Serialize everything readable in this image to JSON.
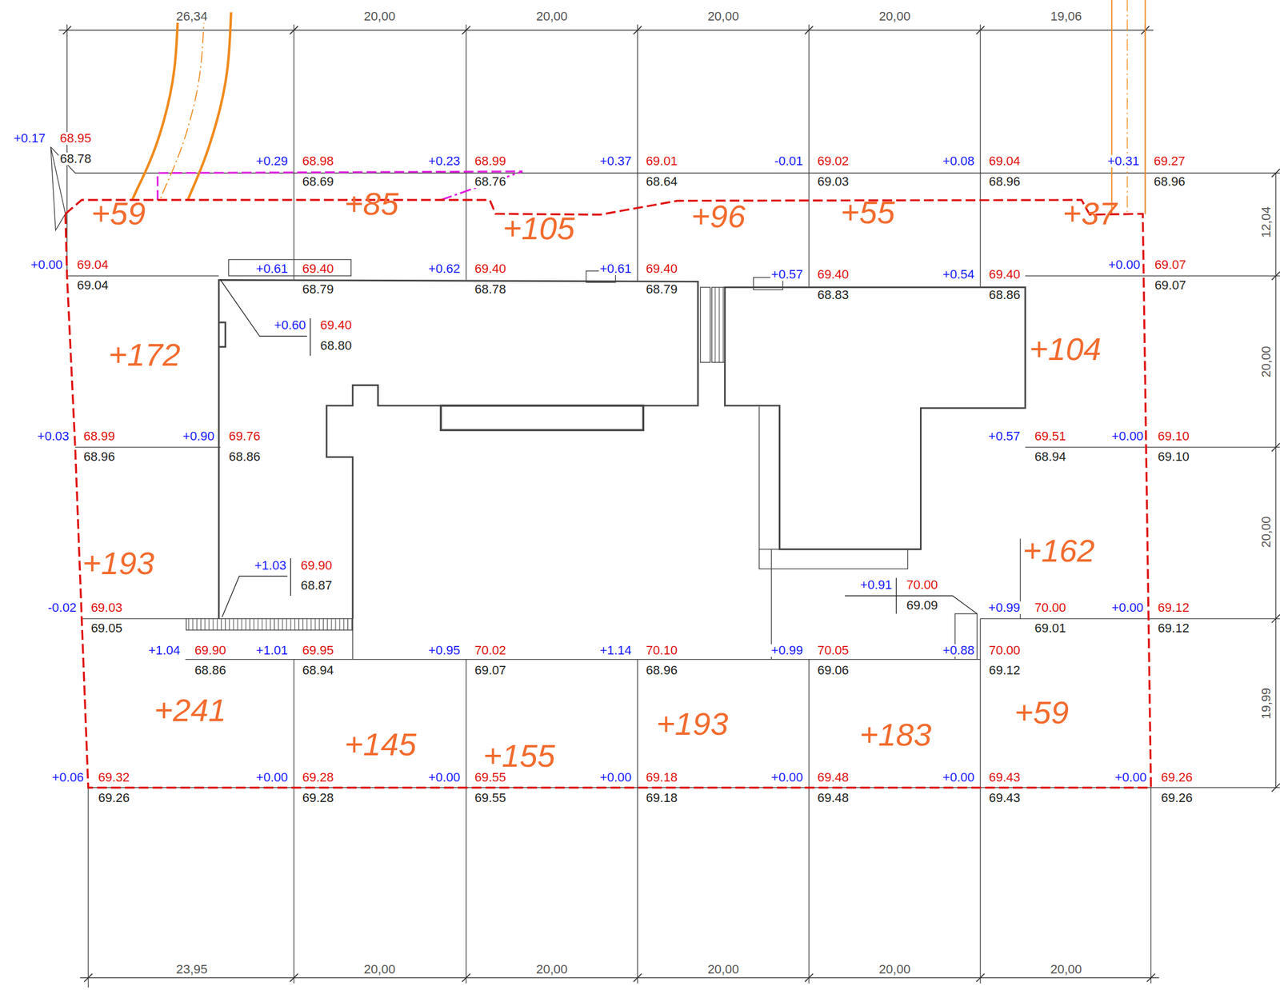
{
  "diagram": {
    "labels": [
      "26,34",
      "20,00",
      "20,00",
      "20,00",
      "20,00",
      "19,06",
      "23,95",
      "20,00",
      "20,00",
      "20,00",
      "20,00",
      "20,00",
      "12,04",
      "20,00",
      "20,00",
      "19,99",
      "+0.17",
      "68.95",
      "68.78",
      "+0.29",
      "68.98",
      "68.69",
      "+0.23",
      "68.99",
      "68.76",
      "+0.37",
      "69.01",
      "68.64",
      "-0.01",
      "69.02",
      "69.03",
      "+0.08",
      "69.04",
      "68.96",
      "+0.31",
      "69.27",
      "68.96",
      "+0.00",
      "69.04",
      "69.04",
      "+0.61",
      "69.40",
      "68.79",
      "+0.62",
      "69.40",
      "68.78",
      "+0.61",
      "69.40",
      "68.79",
      "+0.57",
      "69.40",
      "68.83",
      "+0.54",
      "69.40",
      "68.86",
      "+0.00",
      "69.07",
      "69.07",
      "+0.60",
      "69.40",
      "68.80",
      "+0.03",
      "68.99",
      "68.96",
      "+0.90",
      "69.76",
      "68.86",
      "+0.57",
      "69.51",
      "68.94",
      "+0.00",
      "69.10",
      "69.10",
      "+1.03",
      "69.90",
      "68.87",
      "+0.91",
      "70.00",
      "69.09",
      "-0.02",
      "69.03",
      "69.05",
      "+0.99",
      "70.00",
      "69.01",
      "+0.00",
      "69.12",
      "69.12",
      "+1.04",
      "69.90",
      "68.86",
      "+1.01",
      "69.95",
      "68.94",
      "+0.95",
      "70.02",
      "69.07",
      "+1.14",
      "70.10",
      "68.96",
      "+0.99",
      "70.05",
      "69.06",
      "+0.88",
      "70.00",
      "69.12",
      "+0.06",
      "69.32",
      "69.26",
      "+0.00",
      "69.28",
      "69.28",
      "+0.00",
      "69.55",
      "69.55",
      "+0.00",
      "69.18",
      "69.18",
      "+0.00",
      "69.48",
      "69.48",
      "+0.00",
      "69.43",
      "69.43",
      "+0.00",
      "69.26",
      "69.26",
      "+59",
      "+85",
      "+105",
      "+96",
      "+55",
      "+37",
      "+172",
      "+104",
      "+193",
      "+162",
      "+241",
      "+145",
      "+155",
      "+193",
      "+183",
      "+59"
    ]
  }
}
